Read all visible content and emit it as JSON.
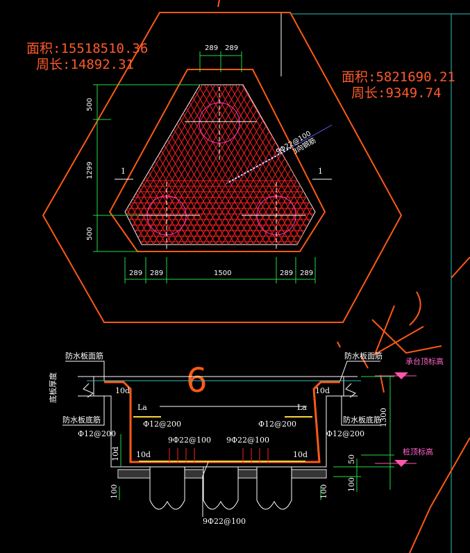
{
  "title": "",
  "colors": {
    "background": "#000000",
    "outline_orange": "#ff5a14",
    "area_text": "#ff5a2a",
    "rebar_red": "#ff2020",
    "dim_line": "#22dd44",
    "axis_cyan": "#30c0c0",
    "elevation_mark": "#ff55aa",
    "annotation_blue": "#6060ff",
    "detail_text": "#ffffff"
  },
  "plan": {
    "outer_area": "面积:15518510.36",
    "outer_perimeter": "周长:14892.31",
    "inner_area": "面积:5821690.21",
    "inner_perimeter": "周长:9349.74",
    "section_mark_left": "1",
    "section_mark_right": "1",
    "rebar_label": "9Φ22@100",
    "rebar_note": "3向钢筋",
    "dims_top": [
      "289",
      "289"
    ],
    "dims_bottom": [
      "289",
      "289",
      "1500",
      "289",
      "289"
    ],
    "dims_left": [
      "500",
      "1299",
      "500"
    ]
  },
  "section": {
    "handwritten_mark": "6",
    "label_top_left": "防水板面筋",
    "label_top_right": "防水板面筋",
    "label_bottom_left": "防水板底筋",
    "label_bottom_right": "防水板底筋",
    "label_thickness": "底板厚度",
    "cap_top_elevation": "承台顶标高",
    "pile_top_elevation": "桩顶标高",
    "anchor_left": "10d",
    "anchor_right": "10d",
    "anchor_bottom_left": "10d",
    "anchor_bottom_right": "10d",
    "la_left": "La",
    "la_right": "La",
    "stirrup_left": "Φ12@200",
    "stirrup_right": "Φ12@200",
    "bottom_bar_left": "Φ12@200",
    "bottom_bar_right": "Φ12@200",
    "main_bar_left": "9Φ22@100",
    "main_bar_right": "9Φ22@100",
    "main_bar_bottom": "9Φ22@100",
    "height_1300": "1300",
    "height_50": "50",
    "height_100": "100",
    "side_10d": "10d",
    "pile_100_left": "100",
    "pile_100_right": "100"
  }
}
